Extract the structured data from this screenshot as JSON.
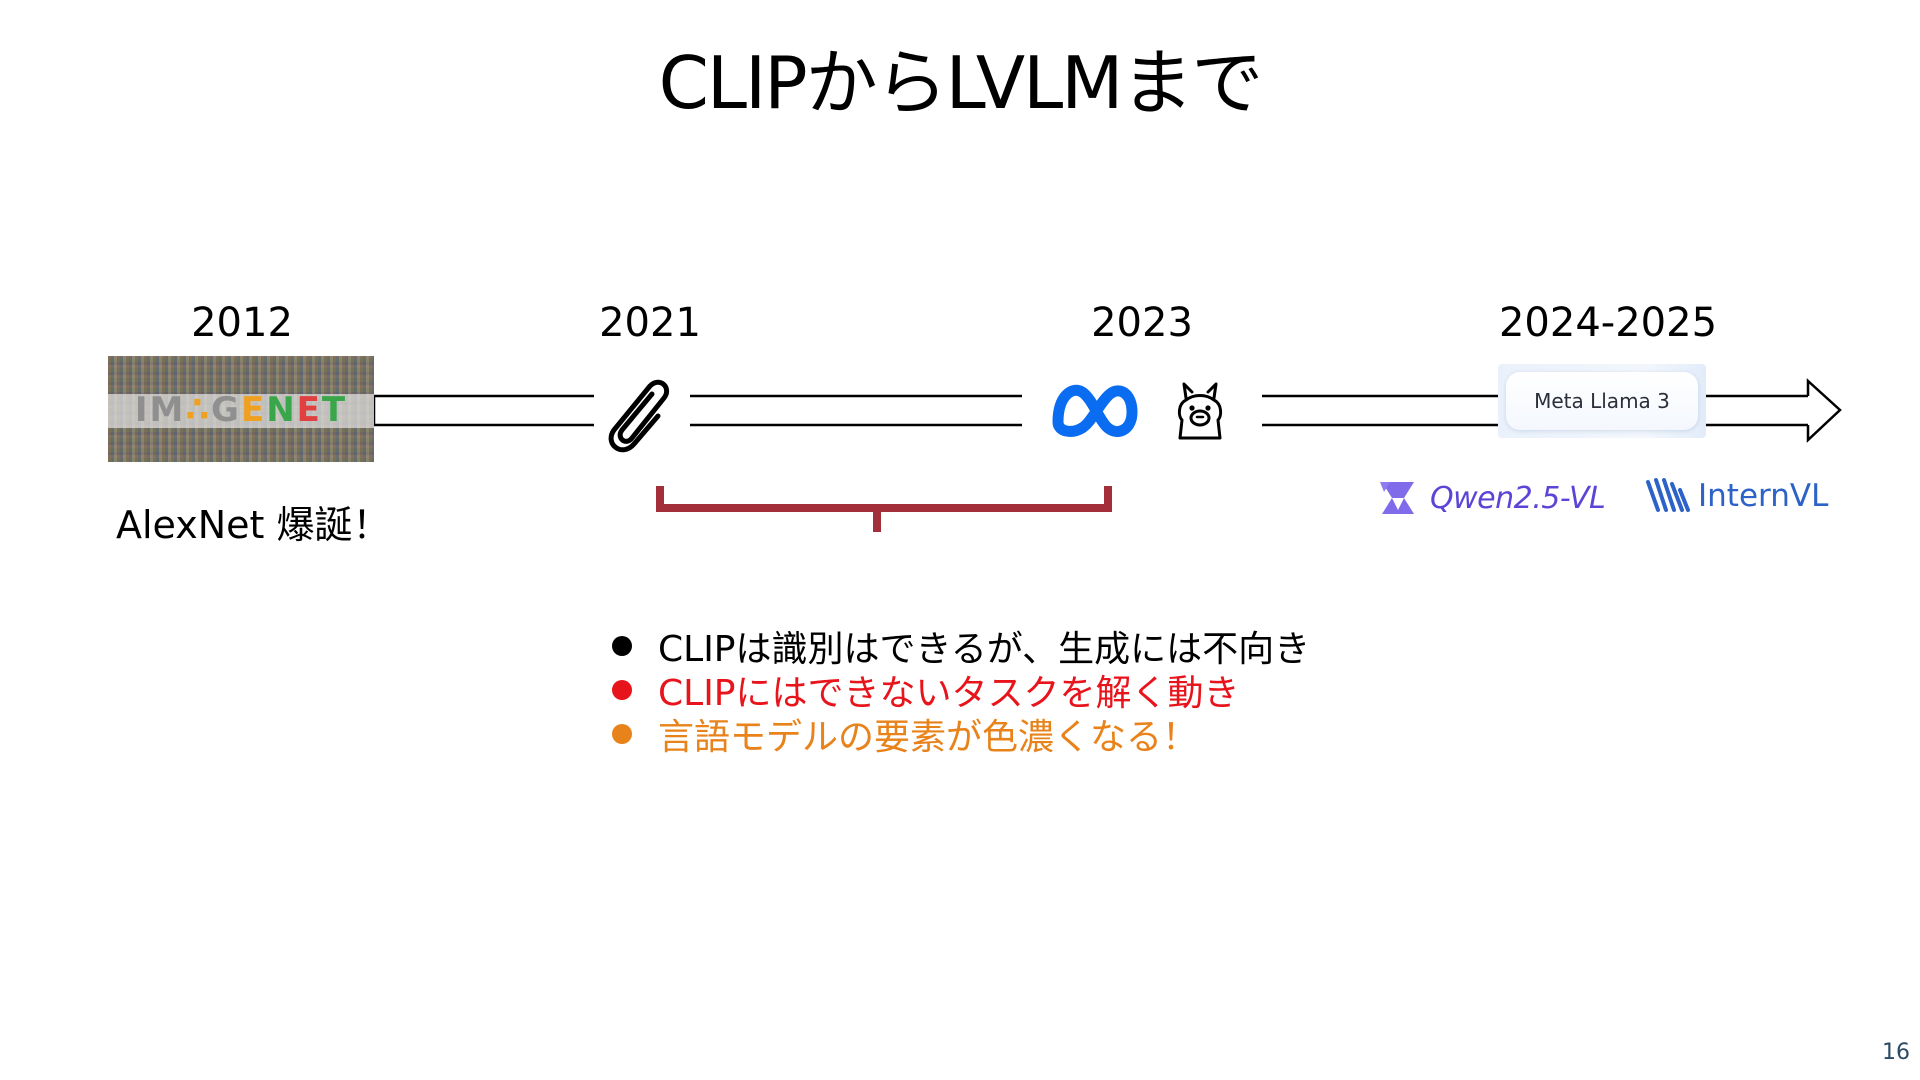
{
  "slide": {
    "title": "CLIPからLVLMまで",
    "page_number": "16"
  },
  "timeline": {
    "years": {
      "y2012": "2012",
      "y2021": "2021",
      "y2023": "2023",
      "y2024": "2024-2025"
    },
    "imagenet_logo": {
      "prefix": "IM",
      "mark": "∴",
      "g": "G",
      "e": "E",
      "n": "N",
      "e2": "E",
      "t": "T"
    },
    "alexnet_caption": "AlexNet 爆誕！",
    "llama_badge": "Meta Llama 3",
    "qwen_label": "Qwen2.5-VL",
    "internvl_label": "InternVL"
  },
  "bullets": [
    {
      "text": "CLIPは識別はできるが、生成には不向き",
      "color": "#000000"
    },
    {
      "text": "CLIPにはできないタスクを解く動き",
      "color": "#e8141c"
    },
    {
      "text": "言語モデルの要素が色濃くなる！",
      "color": "#e8821a"
    }
  ],
  "colors": {
    "bracket": "#a32f3a",
    "meta_blue": "#0a6cf0",
    "qwen_purple": "#5b45d6",
    "intern_blue": "#2d62c8"
  },
  "icons": [
    "imagenet-logo",
    "paperclip-icon",
    "meta-logo-icon",
    "llama-icon",
    "qwen-logo-icon",
    "internvl-logo-icon"
  ]
}
